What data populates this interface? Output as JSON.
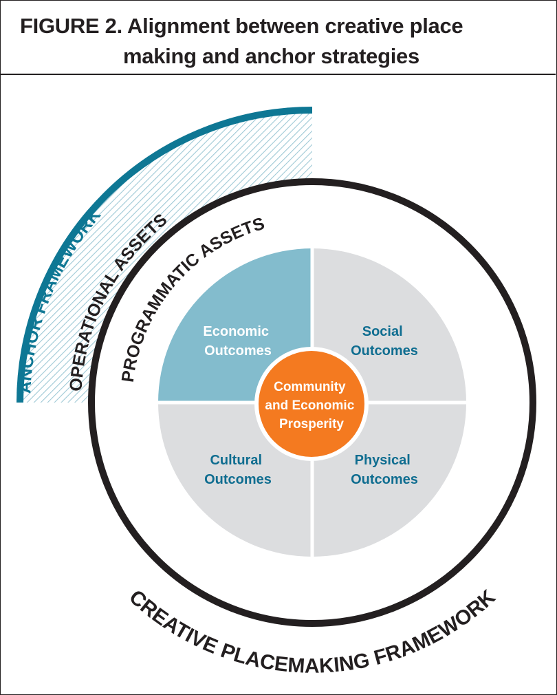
{
  "figure": {
    "title_line1": "FIGURE 2. Alignment between creative place",
    "title_line2": "making and anchor strategies"
  },
  "arcs": {
    "anchor_framework": "ANCHOR FRAMEWORK",
    "operational_assets": "OPERATIONAL ASSETS",
    "programmatic_assets": "PROGRAMMATIC ASSETS",
    "creative_placemaking_framework": "CREATIVE PLACEMAKING FRAMEWORK"
  },
  "quadrants": {
    "economic": {
      "line1": "Economic",
      "line2": "Outcomes"
    },
    "social": {
      "line1": "Social",
      "line2": "Outcomes"
    },
    "cultural": {
      "line1": "Cultural",
      "line2": "Outcomes"
    },
    "physical": {
      "line1": "Physical",
      "line2": "Outcomes"
    }
  },
  "center": {
    "line1": "Community",
    "line2": "and Economic",
    "line3": "Prosperity"
  },
  "colors": {
    "anchor_teal": "#0e7794",
    "economic_fill": "#83bccd",
    "outcome_gray": "#dcdddf",
    "center_orange": "#f47a20",
    "outcome_text_blue": "#0f6d90",
    "hatch": "#9fc9d6",
    "ink": "#231f20"
  }
}
